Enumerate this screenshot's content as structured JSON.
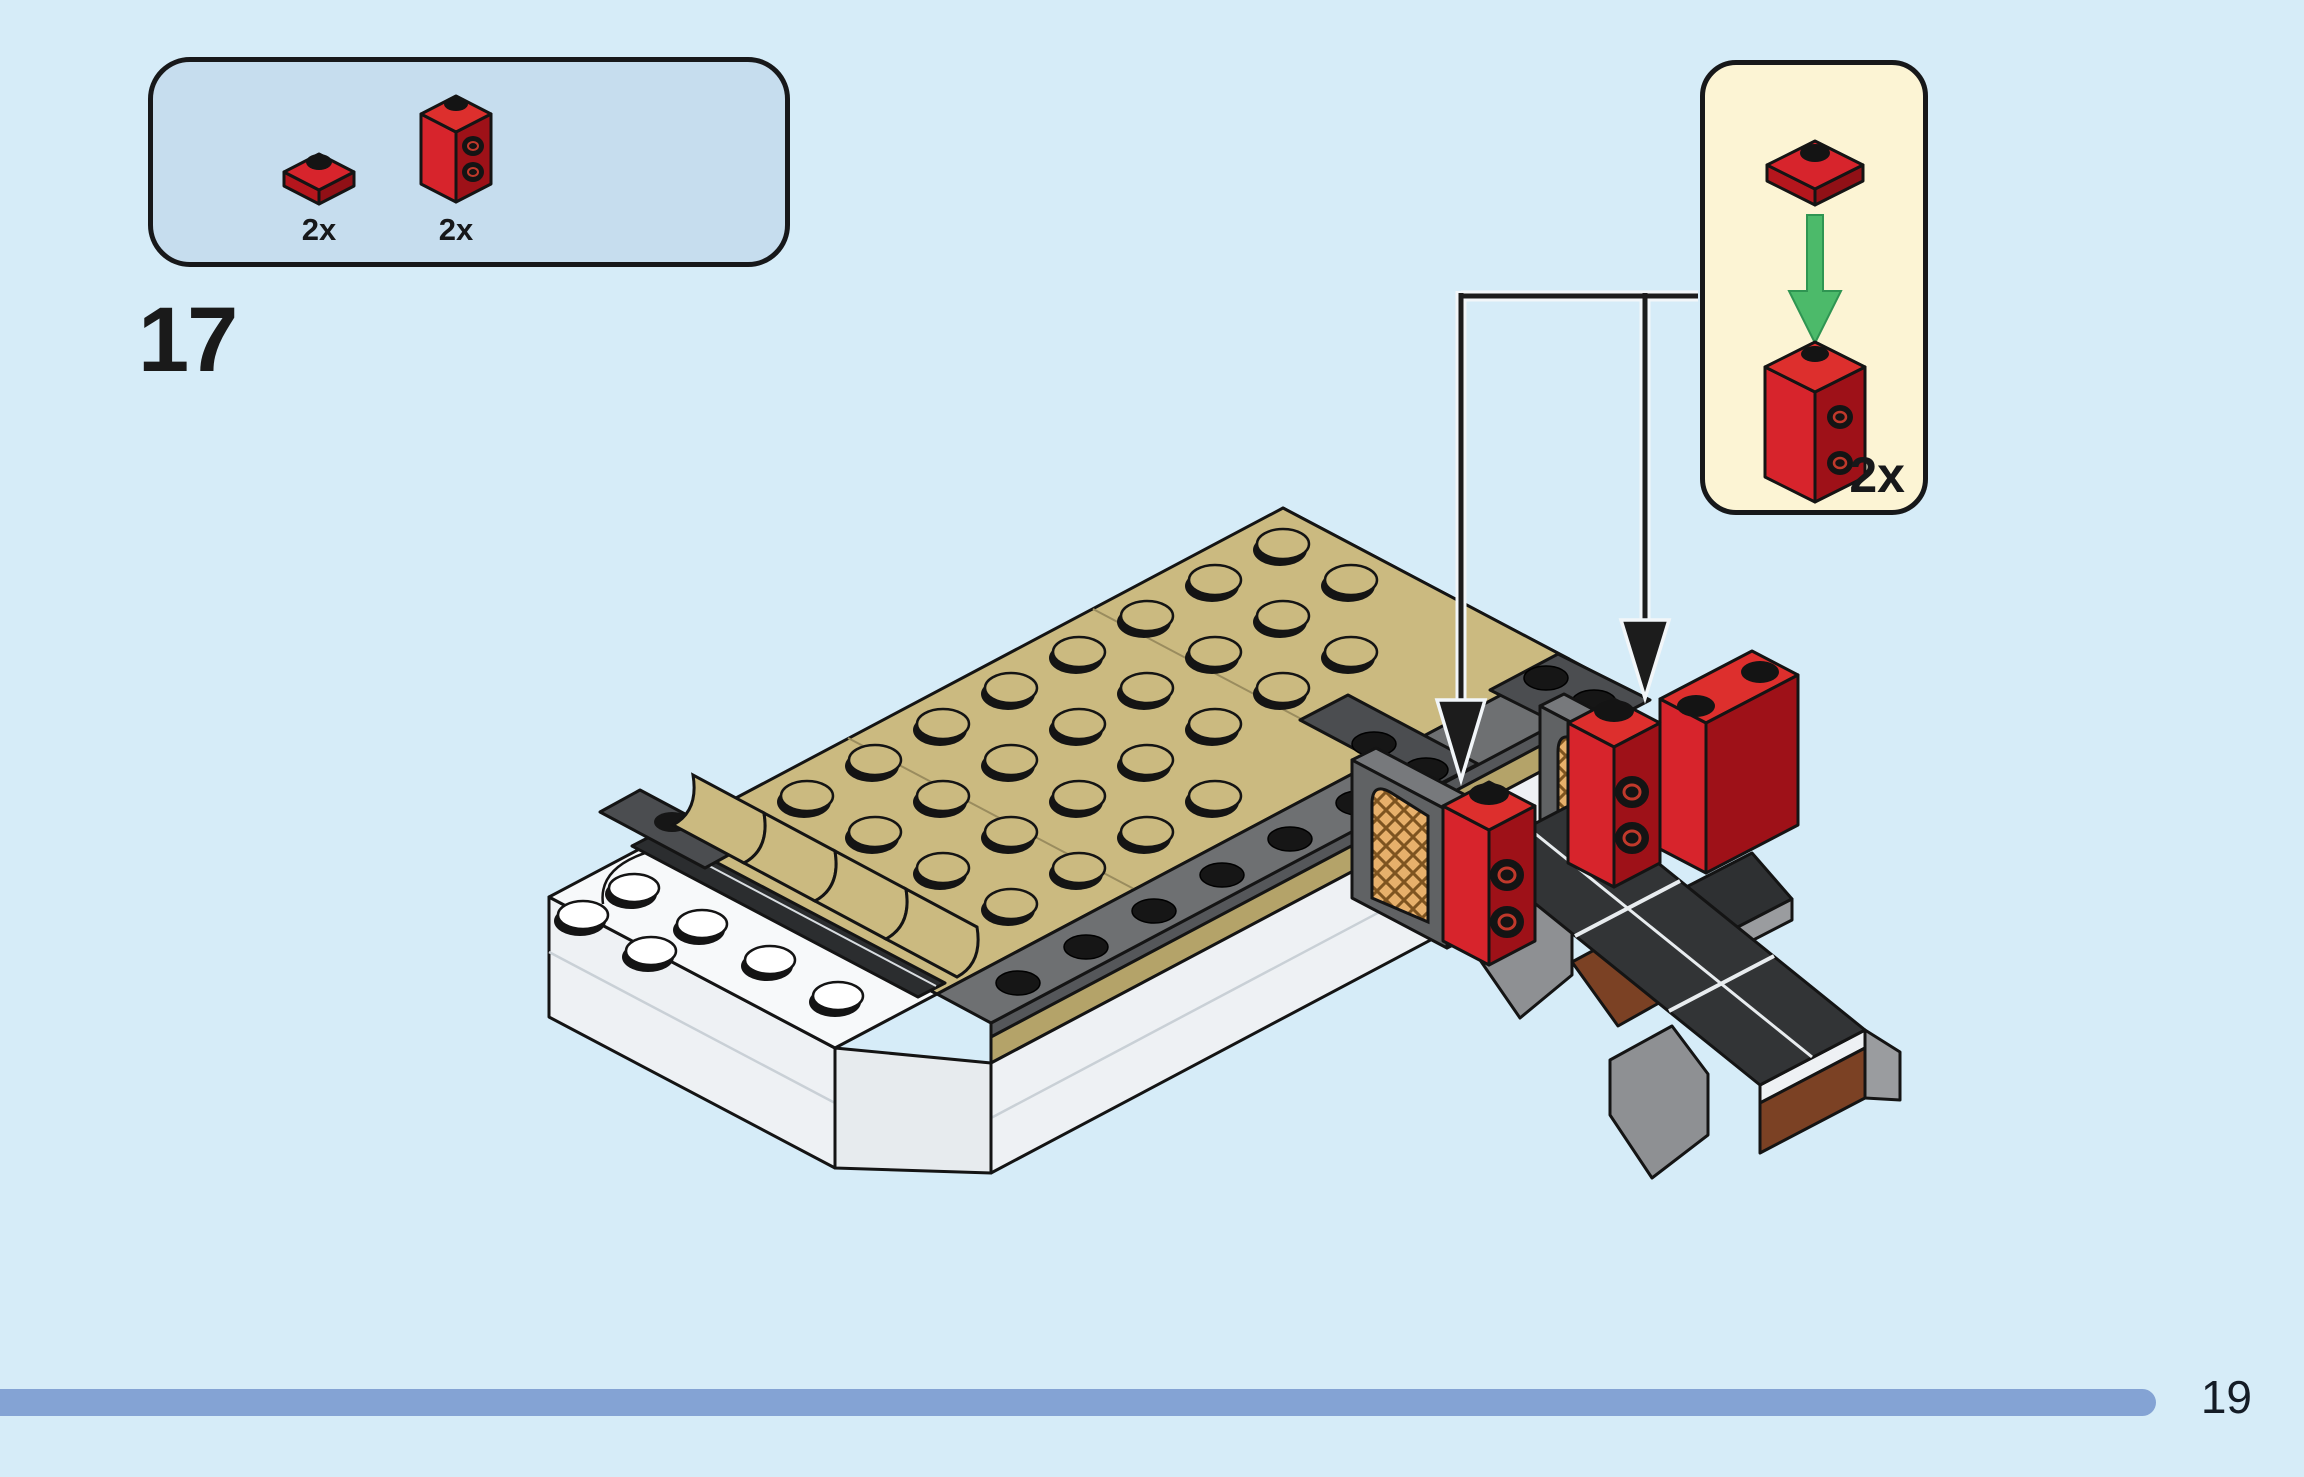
{
  "page": {
    "number": "19",
    "background_color": "#d6ecf8",
    "progress_bar_color": "#84a3d4",
    "text_color": "#17181a"
  },
  "step": {
    "number": "17"
  },
  "parts_box": {
    "background_color": "#c6ddee",
    "border_color": "#17181a",
    "parts": [
      {
        "name": "red 1x1 plate",
        "quantity": "2x",
        "color": "#d7242c"
      },
      {
        "name": "red 1x1 brick with two side studs",
        "quantity": "2x",
        "color": "#d7242c"
      }
    ]
  },
  "callout": {
    "background_color": "#fcf4d4",
    "border_color": "#17181a",
    "quantity": "2x",
    "arrow_color": "#4cba6a",
    "pieces": [
      "red 1x1 plate",
      "red 1x1 brick with two side studs"
    ]
  },
  "model": {
    "description": "isometric LEGO assembly: tan studded baseplate on white base plates, black tile strip, tan curved slopes, lattice window panels, dark gray ramp with brown supports, two red marker bricks being placed",
    "colors": {
      "tan": "#cbba80",
      "tan_shadow": "#b4a369",
      "white": "#f7f9fa",
      "dark_gray": "#4b4d50",
      "medium_gray": "#6e7072",
      "light_gray": "#8e9093",
      "black_tile": "#2b2d2f",
      "ramp_top": "#323436",
      "brown": "#7b4124",
      "red": "#d7242c",
      "red_shadow": "#9e1118",
      "lattice_tan": "#e7b06b"
    }
  }
}
